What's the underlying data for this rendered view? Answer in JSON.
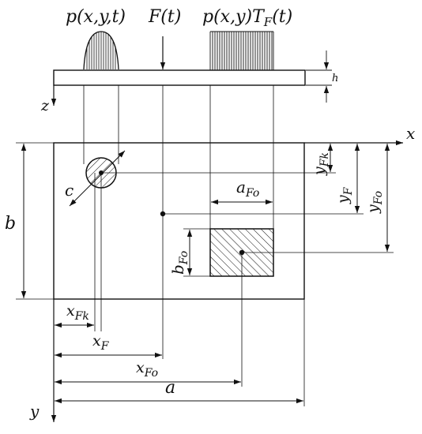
{
  "labels": {
    "pressure_moving": "p(x,y,t)",
    "force": "F(t)",
    "pressure_stationary": "p(x,y)T",
    "pressure_stationary_sub": "F",
    "pressure_stationary_tail": "(t)",
    "h": "h",
    "z_axis": "z",
    "x_axis": "x",
    "y_axis": "y",
    "b": "b",
    "c": "c",
    "a": "a",
    "a_fo": "a",
    "a_fo_sub": "Fo",
    "b_fo": "b",
    "b_fo_sub": "Fo",
    "y_fk": "y",
    "y_fk_sub": "Fk",
    "y_f": "y",
    "y_f_sub": "F",
    "y_fo": "y",
    "y_fo_sub": "Fo",
    "x_fk": "x",
    "x_fk_sub": "Fk",
    "x_f": "x",
    "x_f_sub": "F",
    "x_fo": "x",
    "x_fo_sub": "Fo"
  },
  "colors": {
    "line": "#111111",
    "background": "#ffffff"
  }
}
